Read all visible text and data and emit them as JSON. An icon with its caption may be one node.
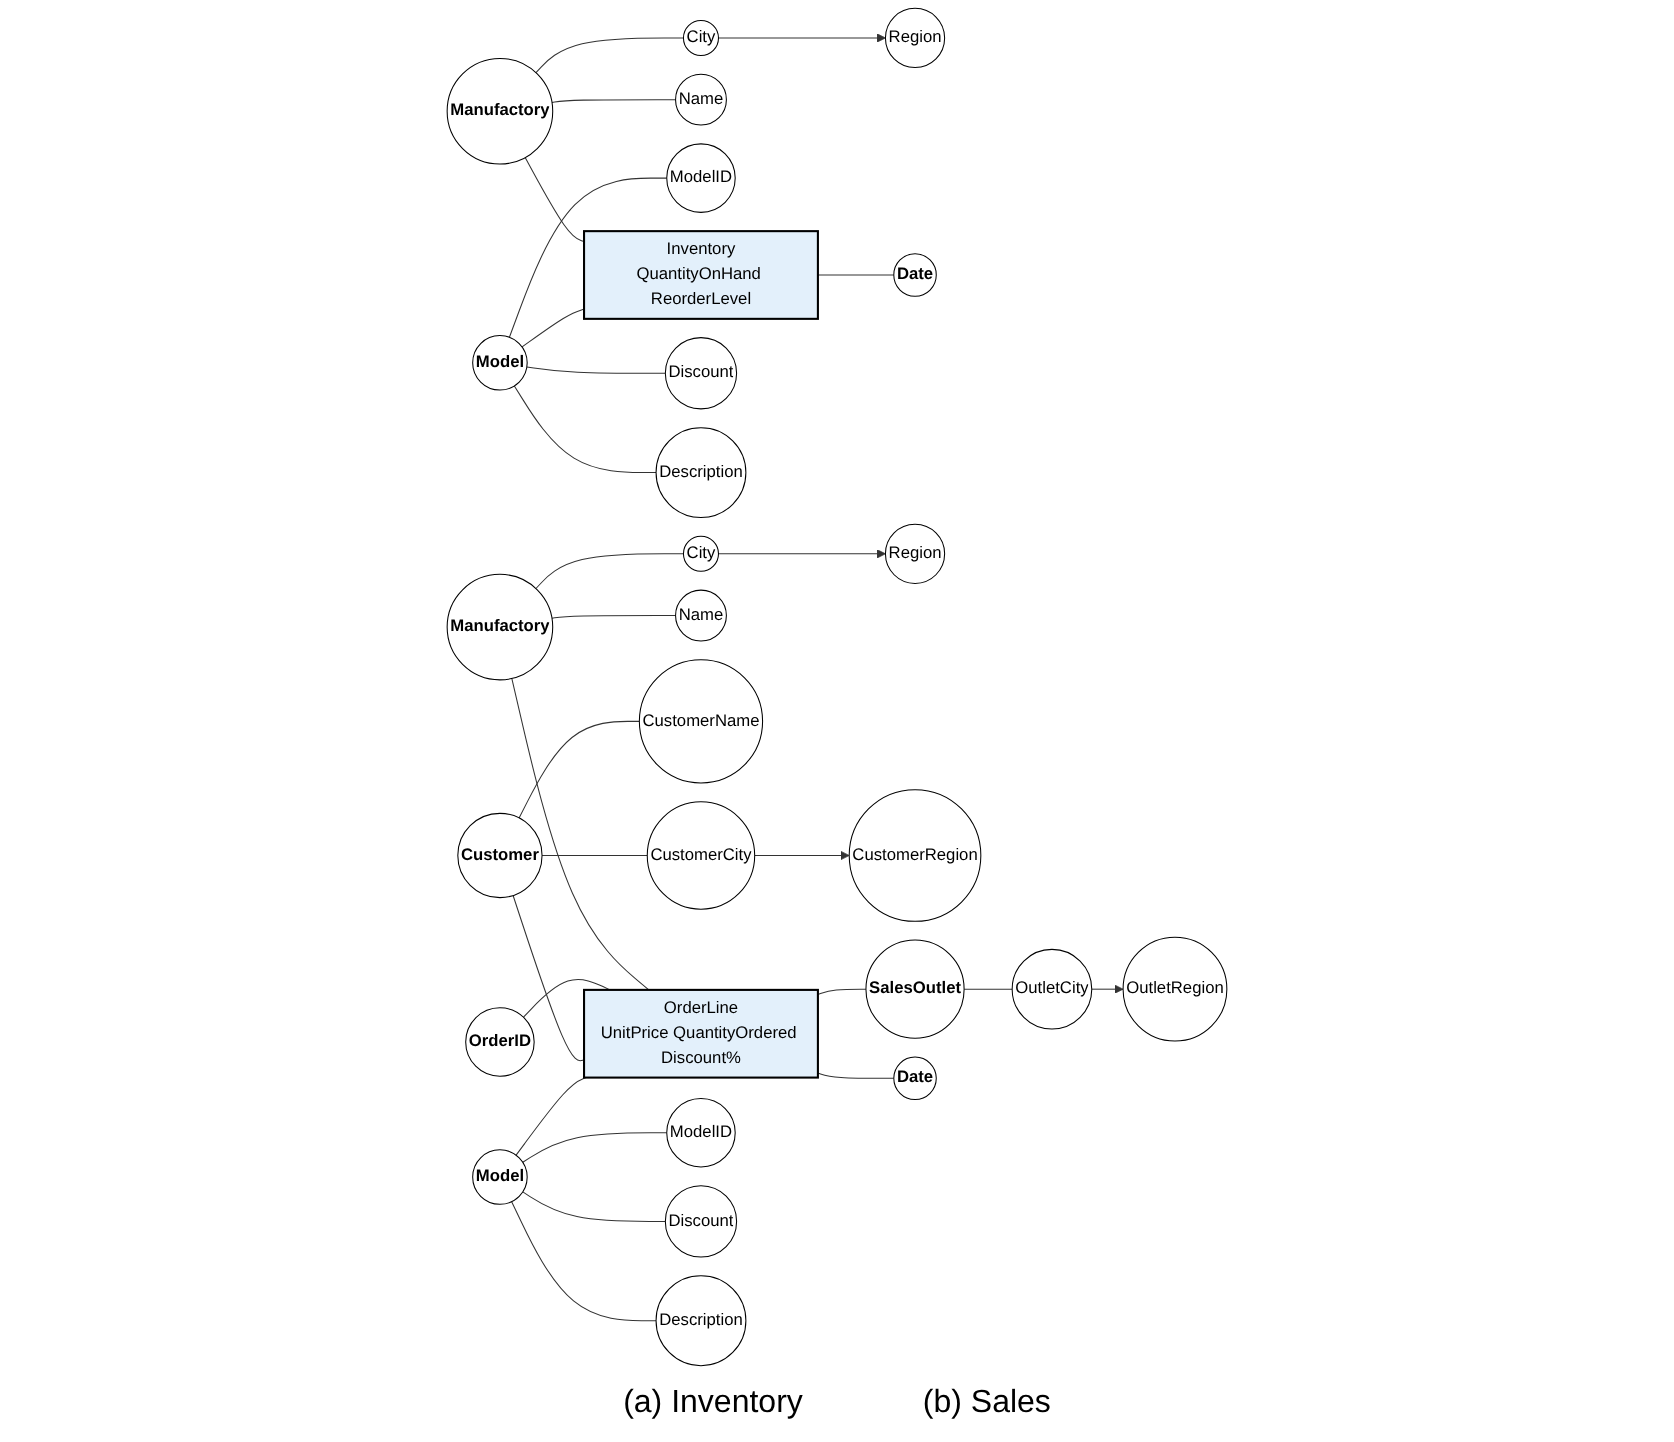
{
  "diagram": {
    "nodes": [
      {
        "text": [
          "City"
        ]
      },
      {
        "text": [
          "Region"
        ]
      },
      {
        "text": [
          "Name"
        ]
      },
      {
        "text": [
          "Manufactory"
        ]
      },
      {
        "text": [
          "ModelID"
        ]
      },
      {
        "text": [
          "Model"
        ]
      },
      {
        "text": [
          "Inventory",
          "QuantityOnHand ReorderLevel"
        ]
      },
      {
        "text": [
          "Date"
        ]
      },
      {
        "text": [
          "Discount"
        ]
      },
      {
        "text": [
          "Description"
        ]
      },
      {
        "text": [
          "City"
        ]
      },
      {
        "text": [
          "Region"
        ]
      },
      {
        "text": [
          "Name"
        ]
      },
      {
        "text": [
          "Manufactory"
        ]
      },
      {
        "text": [
          "OrderID"
        ]
      },
      {
        "text": [
          "CustomerName"
        ]
      },
      {
        "text": [
          "OutletRegion"
        ]
      },
      {
        "text": [
          "CustomerRegion"
        ]
      },
      {
        "text": [
          "OrderLine",
          "UnitPrice QuantityOrdered Discount%"
        ]
      },
      {
        "text": [
          "Customer"
        ]
      },
      {
        "text": [
          "SalesOutlet"
        ]
      },
      {
        "text": [
          "CustomerCity"
        ]
      },
      {
        "text": [
          "OutletCity"
        ]
      },
      {
        "text": [
          "ModelID"
        ]
      },
      {
        "text": [
          "Model"
        ]
      },
      {
        "text": [
          "Date"
        ]
      },
      {
        "text": [
          "Discount"
        ]
      },
      {
        "text": [
          "Description"
        ]
      }
    ],
    "edges": [
      {
        "from": 0,
        "to": 1,
        "arrow": "to"
      },
      {
        "from": 3,
        "to": 0,
        "arrow": "none"
      },
      {
        "from": 3,
        "to": 2,
        "arrow": "none"
      },
      {
        "from": 3,
        "to": 6,
        "arrow": "none"
      },
      {
        "from": 5,
        "to": 4,
        "arrow": "none"
      },
      {
        "from": 5,
        "to": 8,
        "arrow": "none"
      },
      {
        "from": 5,
        "to": 9,
        "arrow": "none"
      },
      {
        "from": 5,
        "to": 6,
        "arrow": "none"
      },
      {
        "from": 6,
        "to": 7,
        "arrow": "none"
      },
      {
        "from": 10,
        "to": 11,
        "arrow": "to"
      },
      {
        "from": 13,
        "to": 10,
        "arrow": "none"
      },
      {
        "from": 13,
        "to": 12,
        "arrow": "none"
      },
      {
        "from": 13,
        "to": 18,
        "arrow": "none"
      },
      {
        "from": 14,
        "to": 18,
        "arrow": "none"
      },
      {
        "from": 19,
        "to": 15,
        "arrow": "none"
      },
      {
        "from": 21,
        "to": 17,
        "arrow": "to"
      },
      {
        "from": 19,
        "to": 21,
        "arrow": "none"
      },
      {
        "from": 19,
        "to": 18,
        "arrow": "none"
      },
      {
        "from": 18,
        "to": 20,
        "arrow": "none"
      },
      {
        "from": 20,
        "to": 22,
        "arrow": "none"
      },
      {
        "from": 22,
        "to": 16,
        "arrow": "to"
      },
      {
        "from": 24,
        "to": 23,
        "arrow": "none"
      },
      {
        "from": 24,
        "to": 26,
        "arrow": "none"
      },
      {
        "from": 24,
        "to": 27,
        "arrow": "none"
      },
      {
        "from": 24,
        "to": 18,
        "arrow": "none"
      },
      {
        "from": 18,
        "to": 25,
        "arrow": "none"
      }
    ],
    "labels": [
      "(a) Inventory",
      "(b) Sales"
    ]
  }
}
